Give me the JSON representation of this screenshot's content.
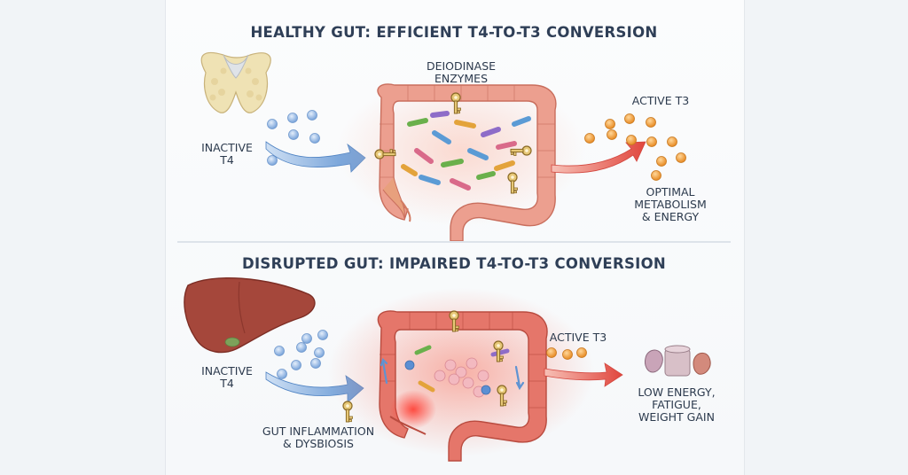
{
  "top": {
    "title": "HEALTHY GUT: EFFICIENT T4-TO-T3 CONVERSION",
    "enzyme_label": [
      "DEIODINASE",
      "ENZYMES"
    ],
    "t4_label": [
      "INACTIVE",
      "T4"
    ],
    "t3_label": "ACTIVE T3",
    "outcome_label": [
      "OPTIMAL",
      "METABOLISM",
      "& ENERGY"
    ]
  },
  "bottom": {
    "title": "DISRUPTED GUT: IMPAIRED T4-TO-T3 CONVERSION",
    "t4_label": [
      "INACTIVE",
      "T4"
    ],
    "t3_label": "ACTIVE T3",
    "inflammation_label": [
      "GUT INFLAMMATION",
      "& DYSBIOSIS"
    ],
    "outcome_label": [
      "LOW ENERGY,",
      "FATIGUE,",
      "WEIGHT GAIN"
    ]
  },
  "colors": {
    "title": "#2f3f57",
    "t4_dot": "#8fb3e0",
    "t3_dot": "#f0a23c",
    "arrow_blue": "#6f9fd6",
    "arrow_red": "#e8554c",
    "gut_pink": "#e9a08f",
    "inflamed_red": "#e05a50"
  },
  "icons": [
    "thyroid-gland-icon",
    "liver-icon",
    "colon-icon",
    "enzyme-key-icon",
    "bacteria-icon",
    "tissue-icon"
  ]
}
